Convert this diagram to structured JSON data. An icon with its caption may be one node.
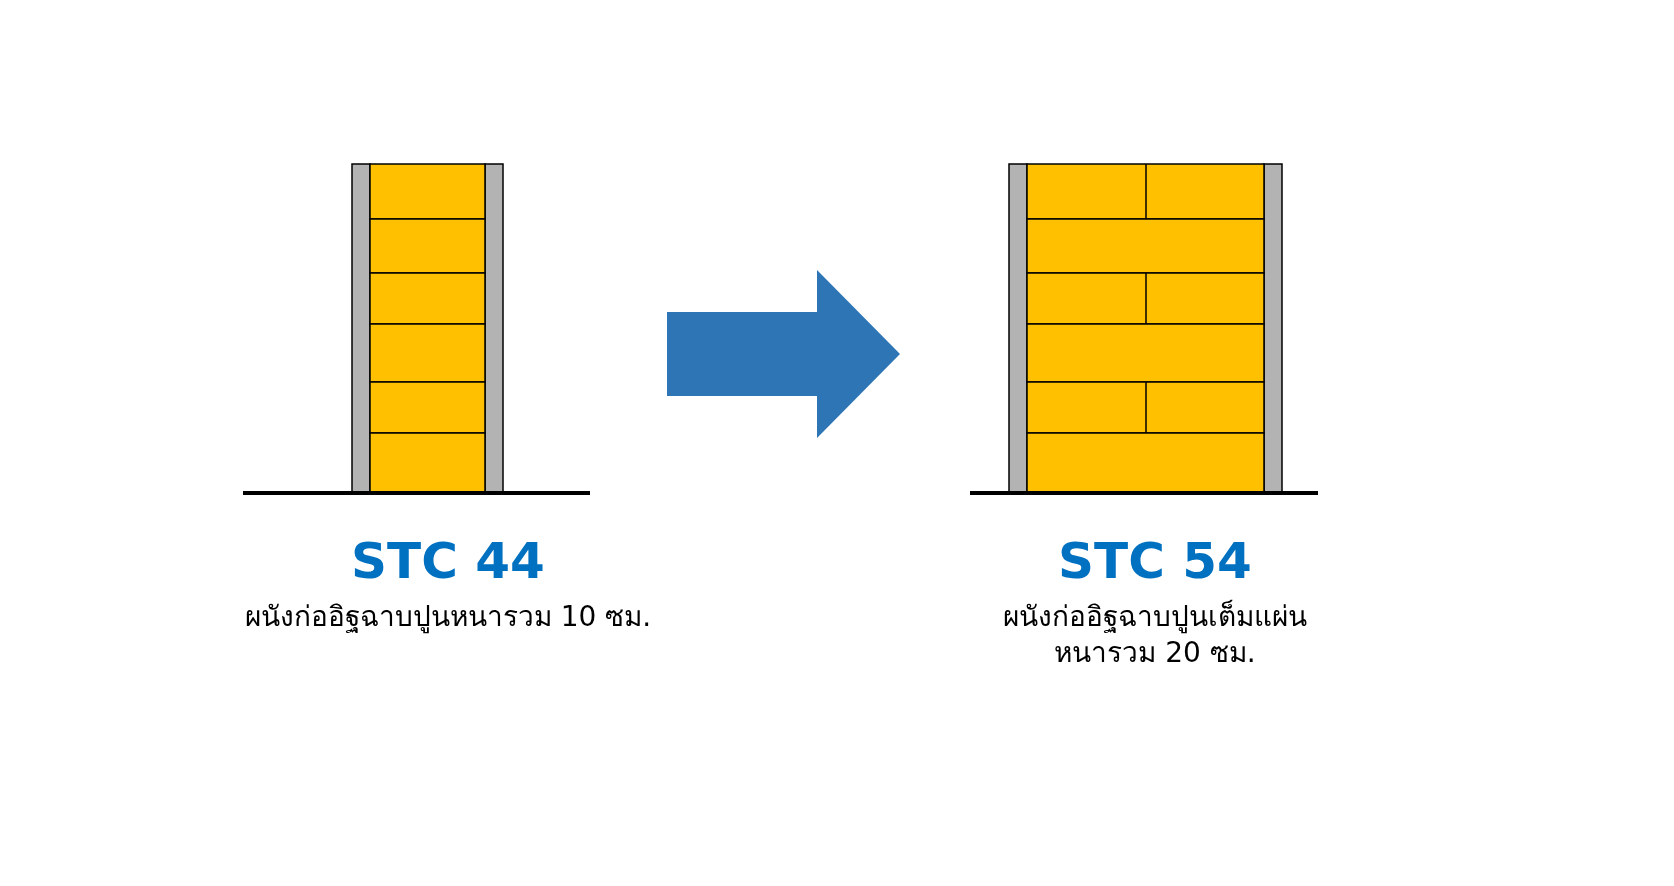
{
  "diagram": {
    "nodes": [
      {
        "text": [
          "STC 44",
          "ผนังก่ออิฐฉาบปูนหนารวม 10 ซม."
        ]
      },
      {
        "text": [
          "STC 54",
          "ผนังก่ออิฐฉาบปูนเต็มแผ่น หนารวม 20 ซม."
        ]
      }
    ],
    "edges": [
      {
        "from": 0,
        "to": 1,
        "arrow": "to"
      }
    ]
  }
}
